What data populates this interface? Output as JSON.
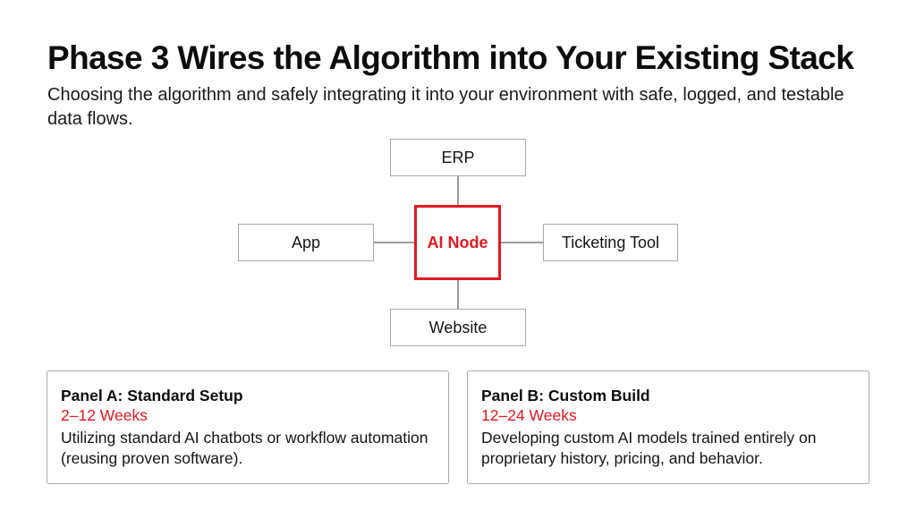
{
  "header": {
    "title": "Phase 3 Wires the Algorithm into Your Existing Stack",
    "subtitle": "Choosing the algorithm and safely integrating it into your environment with safe, logged, and testable data flows."
  },
  "diagram": {
    "center": {
      "label": "AI Node",
      "color": "#e01a22"
    },
    "nodes": {
      "top": {
        "label": "ERP"
      },
      "left": {
        "label": "App"
      },
      "right": {
        "label": "Ticketing Tool"
      },
      "bottom": {
        "label": "Website"
      }
    }
  },
  "panels": [
    {
      "title": "Panel A: Standard Setup",
      "duration": "2–12 Weeks",
      "description": "Utilizing standard AI chatbots or workflow automation (reusing proven software)."
    },
    {
      "title": "Panel B: Custom Build",
      "duration": "12–24 Weeks",
      "description": "Developing custom AI models trained entirely on proprietary history, pricing, and behavior."
    }
  ],
  "colors": {
    "accent": "#e01a22",
    "border": "#a9a9a9",
    "connector": "#9a9a9a",
    "text": "#111111"
  }
}
